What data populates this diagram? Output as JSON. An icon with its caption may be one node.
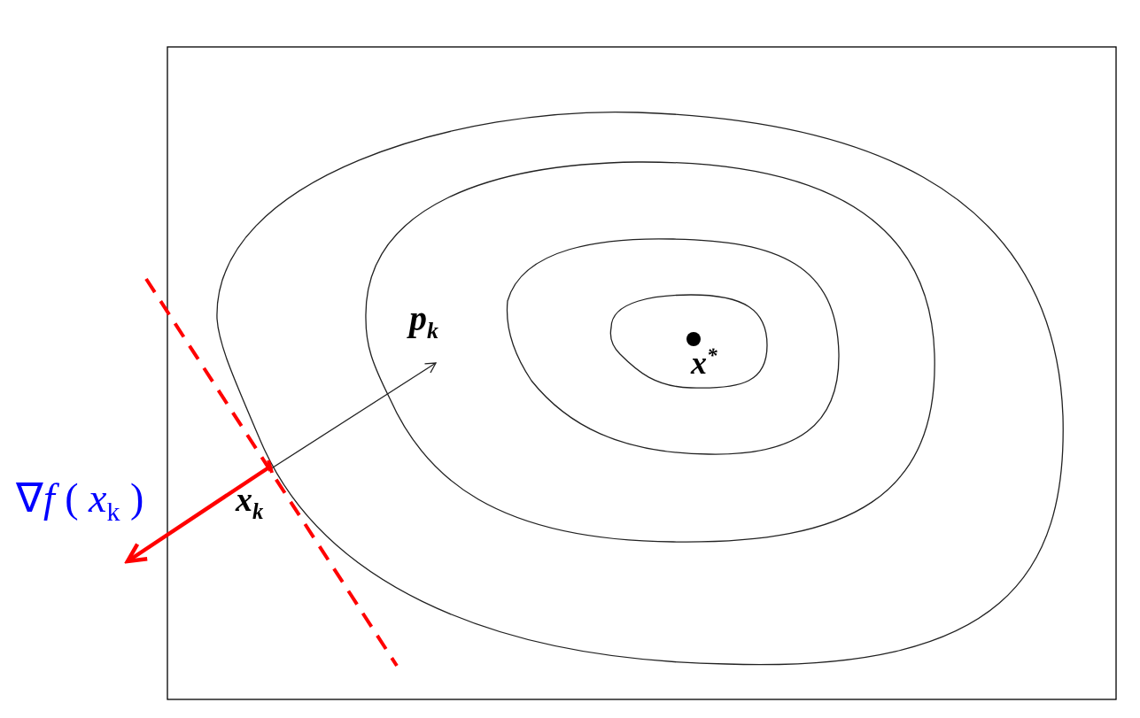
{
  "diagram": {
    "labels": [
      "p$_{k}$",
      "x$^{*}$",
      "∇*f* ( *x*$_{k}$ )",
      "x$_{k}$"
    ]
  }
}
